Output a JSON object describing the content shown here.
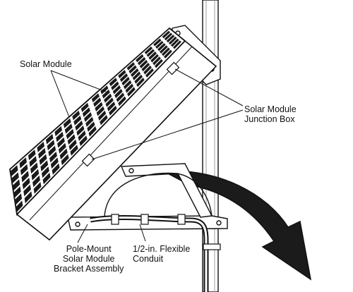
{
  "labels": {
    "solar_module": "Solar Module",
    "junction_box": [
      "Solar Module",
      "Junction Box"
    ],
    "bracket": [
      "Pole-Mount",
      "Solar Module",
      "Bracket Assembly"
    ],
    "conduit": [
      "1/2-in. Flexible",
      "Conduit"
    ]
  },
  "colors": {
    "line": "#111111",
    "cell": "#1a1a1a",
    "arrow": "#1b1b1b",
    "background": "#ffffff"
  }
}
